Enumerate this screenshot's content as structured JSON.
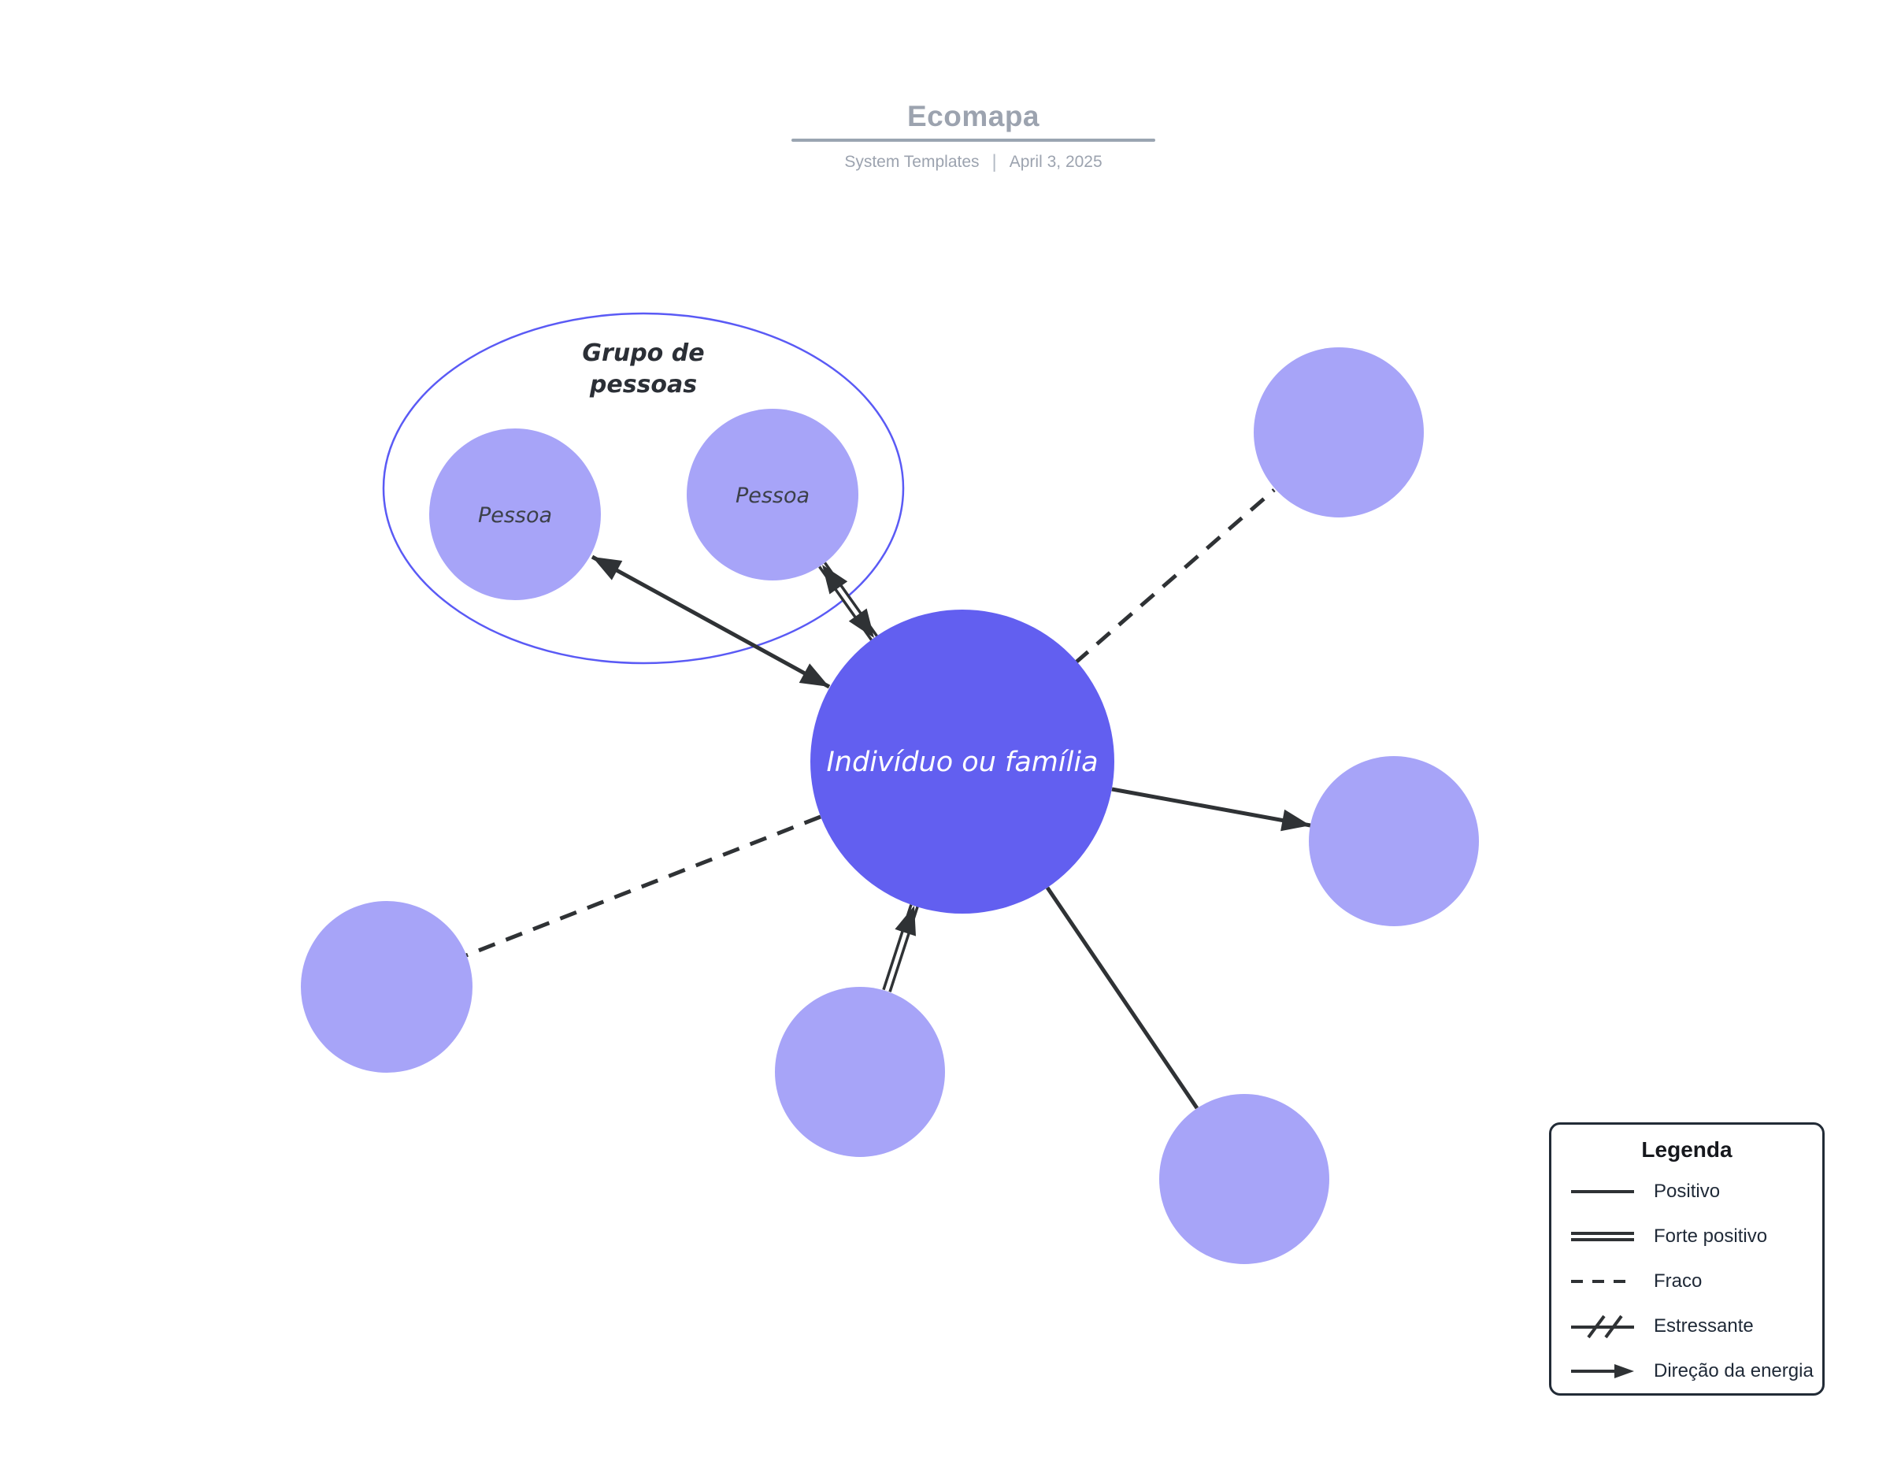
{
  "header": {
    "title": "Ecomapa",
    "author": "System Templates",
    "separator": "|",
    "date": "April 3, 2025"
  },
  "diagram": {
    "center_node": {
      "id": "individuo-ou-familia",
      "label": "Indivíduo ou família"
    },
    "group": {
      "label": "Grupo de pessoas",
      "label_line1": "Grupo de",
      "label_line2": "pessoas",
      "members": [
        {
          "id": "pessoa-1",
          "label": "Pessoa"
        },
        {
          "id": "pessoa-2",
          "label": "Pessoa"
        }
      ]
    },
    "unlabeled_nodes": [
      {
        "id": "contato-superior-direito"
      },
      {
        "id": "contato-direito"
      },
      {
        "id": "contato-inferior-direito"
      },
      {
        "id": "contato-inferior-central"
      },
      {
        "id": "contato-esquerdo"
      }
    ],
    "connections": [
      {
        "from": "individuo-ou-familia",
        "to": "pessoa-1",
        "type": "positivo",
        "energy_direction": "ambos"
      },
      {
        "from": "individuo-ou-familia",
        "to": "pessoa-2",
        "type": "forte-positivo",
        "energy_direction": "ambos"
      },
      {
        "from": "individuo-ou-familia",
        "to": "contato-superior-direito",
        "type": "fraco",
        "energy_direction": "nenhum"
      },
      {
        "from": "individuo-ou-familia",
        "to": "contato-direito",
        "type": "positivo",
        "energy_direction": "para-contato"
      },
      {
        "from": "individuo-ou-familia",
        "to": "contato-inferior-direito",
        "type": "positivo",
        "energy_direction": "nenhum"
      },
      {
        "from": "contato-inferior-central",
        "to": "individuo-ou-familia",
        "type": "forte-positivo",
        "energy_direction": "para-centro"
      },
      {
        "from": "individuo-ou-familia",
        "to": "contato-esquerdo",
        "type": "fraco",
        "energy_direction": "nenhum"
      }
    ]
  },
  "legend": {
    "title": "Legenda",
    "items": [
      {
        "symbol": "solid-line",
        "label": "Positivo"
      },
      {
        "symbol": "double-line",
        "label": "Forte positivo"
      },
      {
        "symbol": "dashed-line",
        "label": "Fraco"
      },
      {
        "symbol": "crossed-line",
        "label": "Estressante"
      },
      {
        "symbol": "arrow",
        "label": "Direção da energia"
      }
    ]
  },
  "colors": {
    "node_primary": "#625ff0",
    "node_secondary": "#a7a4f8",
    "group_outline": "#5a5af5",
    "connector": "#2f3235",
    "title_gray": "#9ca3af",
    "divider_gray": "#9aa5b1",
    "legend_border": "#222b36",
    "text_dark": "#2b2f36",
    "node_label_dark": "#3c4049",
    "center_label": "#ffffff"
  }
}
